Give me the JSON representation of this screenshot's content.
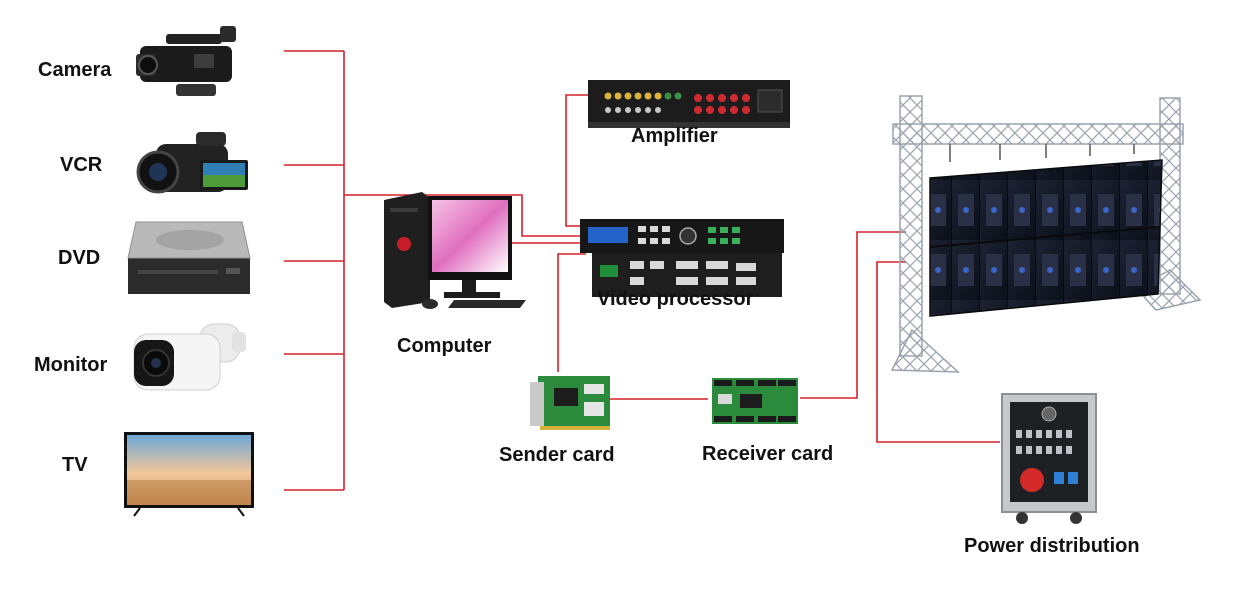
{
  "colors": {
    "connector": "#d6202a",
    "label": "#111111",
    "background": "#ffffff"
  },
  "sources": [
    {
      "label": "Camera",
      "icon": "camcorder-icon"
    },
    {
      "label": "VCR",
      "icon": "handycam-icon"
    },
    {
      "label": "DVD",
      "icon": "dvd-drive-icon"
    },
    {
      "label": "Monitor",
      "icon": "security-camera-icon"
    },
    {
      "label": "TV",
      "icon": "tv-icon"
    }
  ],
  "devices": {
    "computer": {
      "label": "Computer",
      "icon": "desktop-computer-icon"
    },
    "amplifier": {
      "label": "Amplifier",
      "icon": "amplifier-icon"
    },
    "video_processor": {
      "label": "Video processor",
      "icon": "video-processor-icon"
    },
    "sender_card": {
      "label": "Sender card",
      "icon": "sender-card-icon"
    },
    "receiver_card": {
      "label": "Receiver card",
      "icon": "receiver-card-icon"
    },
    "led_screen": {
      "label": "",
      "icon": "led-screen-truss-icon"
    },
    "power_distribution": {
      "label": "Power distribution",
      "icon": "power-distribution-box-icon"
    }
  }
}
